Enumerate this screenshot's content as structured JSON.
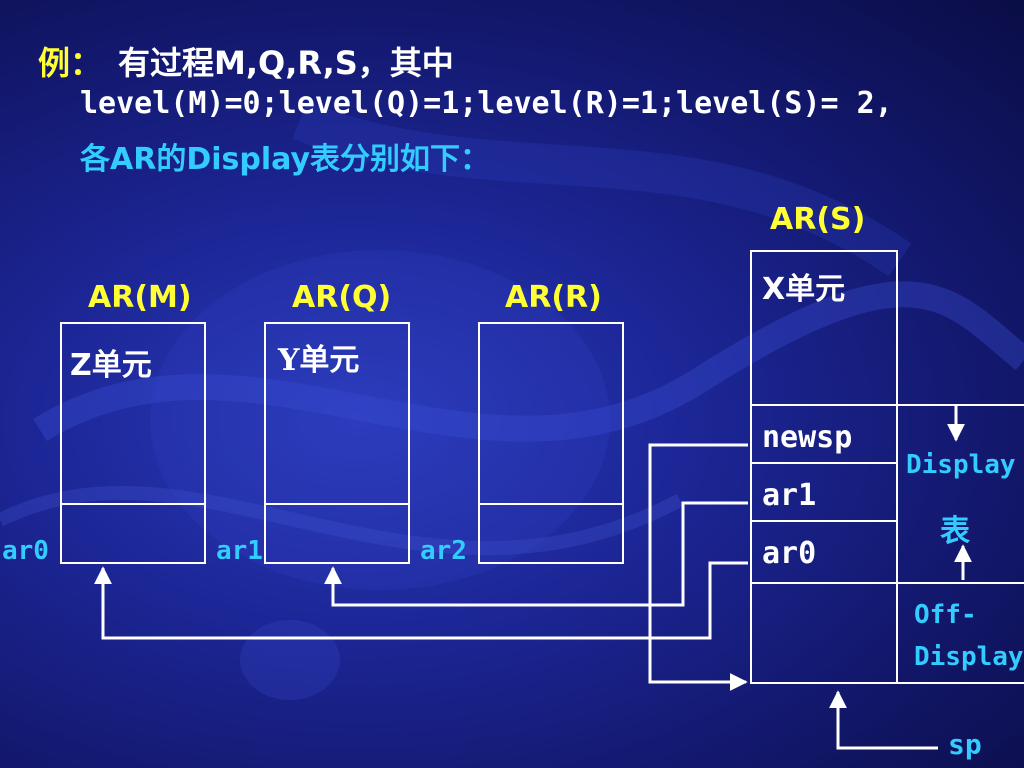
{
  "example": {
    "label": "例：",
    "line1": "有过程M,Q,R,S，其中",
    "line2": "level(M)=0;level(Q)=1;level(R)=1;level(S)= 2,",
    "line3": "各AR的Display表分别如下："
  },
  "records": {
    "m": {
      "title": "AR(M)",
      "cell": "Z单元",
      "ptr": "ar0"
    },
    "q": {
      "title": "AR(Q)",
      "cell": "Y单元",
      "ptr": "ar1"
    },
    "r": {
      "title": "AR(R)",
      "ptr": "ar2"
    },
    "s": {
      "title": "AR(S)",
      "cell": "X单元",
      "rows": [
        "newsp",
        "ar1",
        "ar0"
      ]
    }
  },
  "annotations": {
    "display_label": "Display",
    "display_char": "表",
    "off_display_1": "Off-",
    "off_display_2": "Display",
    "sp": "sp"
  },
  "colors": {
    "yellow": "#ffff33",
    "cyan": "#33ccff",
    "line": "#ffffff"
  }
}
